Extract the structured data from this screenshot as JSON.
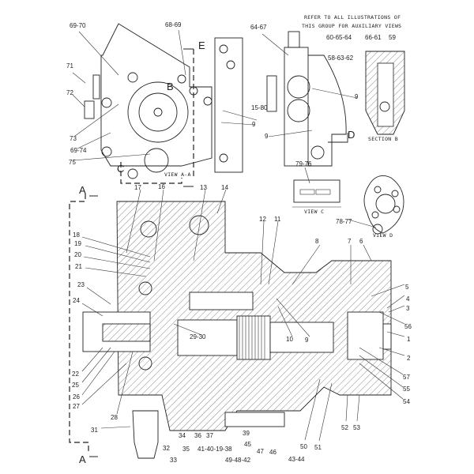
{
  "note": [
    "REFER TO ALL ILLUSTRATIONS OF",
    "THIS GROUP FOR AUXILIARY VIEWS"
  ],
  "view_captions": {
    "view_aa": "VIEW A-A",
    "view_c": "VIEW C",
    "view_d": "VIEW D",
    "section_b": "SECTION B"
  },
  "section_letters": {
    "a_top": "A",
    "a_bottom": "A",
    "b": "B",
    "c": "C",
    "d": "D",
    "e": "E"
  },
  "labels": {
    "l69_70": "69-70",
    "l68_69": "68-69",
    "l64_67": "64-67",
    "l60_65_64": "60-65-64",
    "l66_61": "66-61",
    "l59": "59",
    "l58_63_62": "58-63-62",
    "l71": "71",
    "l72": "72",
    "l15_80": "15-80",
    "l9a": "9",
    "l9b": "9",
    "l9c": "9",
    "l73": "73",
    "l69_74": "69-74",
    "l75": "75",
    "l79_76": "79-76",
    "l78_77": "78-77",
    "l17": "17",
    "l16": "16",
    "l13": "13",
    "l14": "14",
    "l12": "12",
    "l11": "11",
    "l18": "18",
    "l19": "19",
    "l20": "20",
    "l21": "21",
    "l23": "23",
    "l24": "24",
    "l22": "22",
    "l25": "25",
    "l26": "26",
    "l27": "27",
    "l28": "28",
    "l31": "31",
    "l29_30": "29-30",
    "l10": "10",
    "l9d": "9",
    "l8": "8",
    "l7": "7",
    "l6": "6",
    "l5": "5",
    "l4": "4",
    "l3": "3",
    "l56": "56",
    "l1": "1",
    "l2": "2",
    "l57": "57",
    "l55": "55",
    "l54": "54",
    "l52": "52",
    "l53": "53",
    "l50": "50",
    "l51": "51",
    "l43_44": "43-44",
    "l46": "46",
    "l47": "47",
    "l49_48_42": "49-48-42",
    "l41_40_19_38": "41-40-19-38",
    "l45": "45",
    "l39": "39",
    "l37": "37",
    "l36": "36",
    "l34": "34",
    "l35": "35",
    "l32": "32",
    "l33": "33"
  }
}
